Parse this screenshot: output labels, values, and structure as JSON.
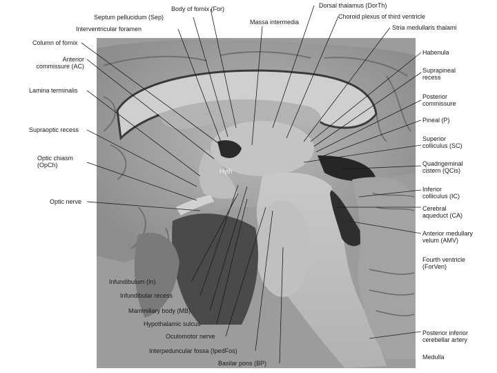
{
  "figure": {
    "in_image_label": "Hyth",
    "labels": {
      "body_fornix": "Body of fornix (For)",
      "septum": "Septum pellucidum (Sep)",
      "interventricular": "Interventricular foramen",
      "dorsal_thalamus": "Dorsal thalamus (DorTh)",
      "massa": "Massa intermedia",
      "choroid": "Choroid plexus of third ventricle",
      "stria": "Stria medullaris thalami",
      "column_fornix": "Column of fornix",
      "anterior_commissure": [
        "Anterior",
        "commissure (AC)"
      ],
      "lamina": "Lamina terminalis",
      "supraoptic": "Supraoptic recess",
      "optic_chiasm": [
        "Optic chiasm",
        "(OpCh)"
      ],
      "optic_nerve": "Optic nerve",
      "habenula": "Habenula",
      "suprapineal": [
        "Suprapineal",
        "recess"
      ],
      "posterior_commissure": [
        "Posterior",
        "commissure"
      ],
      "pineal": "Pineal (P)",
      "superior_colliculus": [
        "Superior",
        "colliculus (SC)"
      ],
      "quadrigeminal": [
        "Quadrigeminal",
        "cistern (QCis)"
      ],
      "inferior_colliculus": [
        "Inferior",
        "colliculus (IC)"
      ],
      "cerebral_aqueduct": [
        "Cerebral",
        "aqueduct (CA)"
      ],
      "anterior_medullary": [
        "Anterior medullary",
        "velum (AMV)"
      ],
      "fourth_ventricle": [
        "Fourth ventricle",
        "(ForVen)"
      ],
      "pica": [
        "Posterior inferior",
        "cerebellar artery"
      ],
      "medulla": "Medulla",
      "infundibulum": "Infundibulum (In)",
      "infundibular_recess": "Infundibular recess",
      "mammillary": "Mammillary body (MB)",
      "hypothalamic_sulcus": "Hypothalamic sulcus",
      "oculomotor": "Oculomotor nerve",
      "interpeduncular": "Interpeduncular fossa (IpedFos)",
      "basilar": "Basilar pons (BP)"
    }
  }
}
